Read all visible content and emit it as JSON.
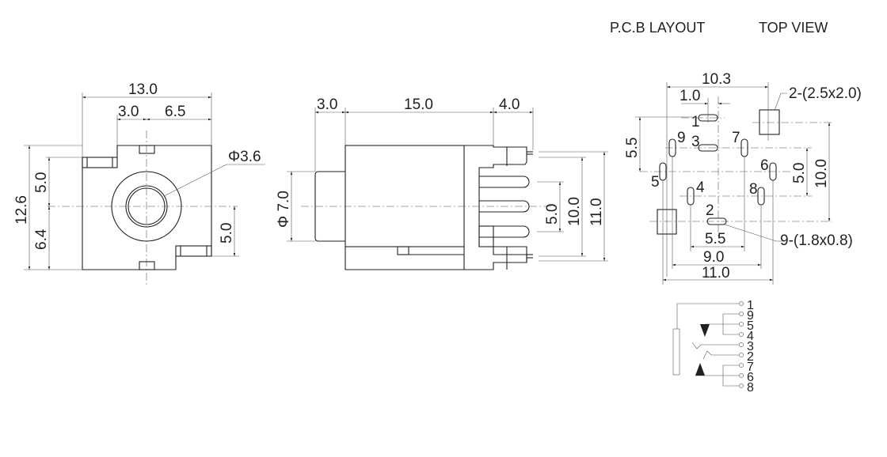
{
  "header": {
    "pcb_layout": "P.C.B LAYOUT",
    "top_view": "TOP VIEW"
  },
  "front_view": {
    "width": "13.0",
    "offset_left": "3.0",
    "offset_right": "6.5",
    "height": "12.6",
    "upper": "5.0",
    "lower": "6.4",
    "right_pin": "5.0",
    "hole": "Φ3.6"
  },
  "side_view": {
    "bush": "3.0",
    "body": "15.0",
    "pins": "4.0",
    "diameter": "Φ 7.0",
    "pitch": "5.0",
    "span": "10.0",
    "total": "11.0"
  },
  "pcb": {
    "width": "10.3",
    "offset": "1.0",
    "pad_note": "2-(2.5x2.0)",
    "slot_note": "9-(1.8x0.8)",
    "v_left": "5.5",
    "v_mid": "5.0",
    "v_right": "10.0",
    "h1": "5.5",
    "h2": "9.0",
    "h3": "11.0",
    "pins": [
      "1",
      "3",
      "9",
      "7",
      "5",
      "6",
      "4",
      "8",
      "2"
    ]
  },
  "schematic": {
    "pins": [
      "1",
      "9",
      "5",
      "4",
      "3",
      "2",
      "7",
      "6",
      "8"
    ]
  }
}
